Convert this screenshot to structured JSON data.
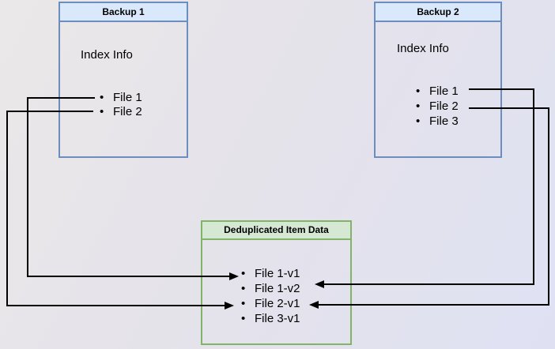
{
  "diagram": {
    "backup1": {
      "title": "Backup 1",
      "body_label": "Index Info",
      "files": [
        "File 1",
        "File 2"
      ]
    },
    "backup2": {
      "title": "Backup 2",
      "body_label": "Index Info",
      "files": [
        "File 1",
        "File 2",
        "File 3"
      ]
    },
    "dedup": {
      "title": "Deduplicated Item Data",
      "items": [
        "File 1-v1",
        "File 1-v2",
        "File 2-v1",
        "File 3-v1"
      ]
    },
    "connectors": [
      "Backup 1 / File 1 -> File 1-v1",
      "Backup 1 / File 2 -> File 2-v1",
      "Backup 2 / File 1 -> File 1-v2",
      "Backup 2 / File 2 -> File 2-v1"
    ],
    "colors": {
      "backup_header_fill": "#dae8fc",
      "backup_border": "#6c8ebf",
      "dedup_header_fill": "#d5e8d4",
      "dedup_border": "#82b366",
      "connector": "#000000",
      "background_start": "#eae8e8",
      "background_end": "#dfe1f3"
    }
  }
}
